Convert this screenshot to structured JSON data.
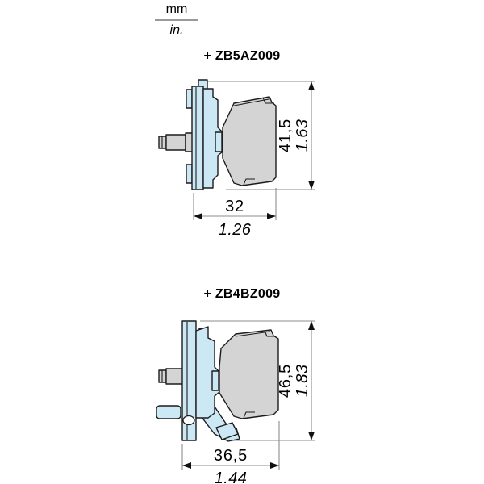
{
  "units_legend": {
    "metric": "mm",
    "imperial": "in."
  },
  "figures": [
    {
      "title": "+ ZB5AZ009",
      "height_dim": {
        "mm": "41,5",
        "in": "1.63"
      },
      "width_dim": {
        "mm": "32",
        "in": "1.26"
      }
    },
    {
      "title": "+ ZB4BZ009",
      "height_dim": {
        "mm": "46,5",
        "in": "1.83"
      },
      "width_dim": {
        "mm": "36,5",
        "in": "1.44"
      }
    }
  ],
  "colors": {
    "part_blue": "#cde8f5",
    "part_gray": "#d4d4d4",
    "outline": "#1c1c1c",
    "dim_line": "#8c8c8c",
    "text": "#000000",
    "background": "#ffffff"
  }
}
